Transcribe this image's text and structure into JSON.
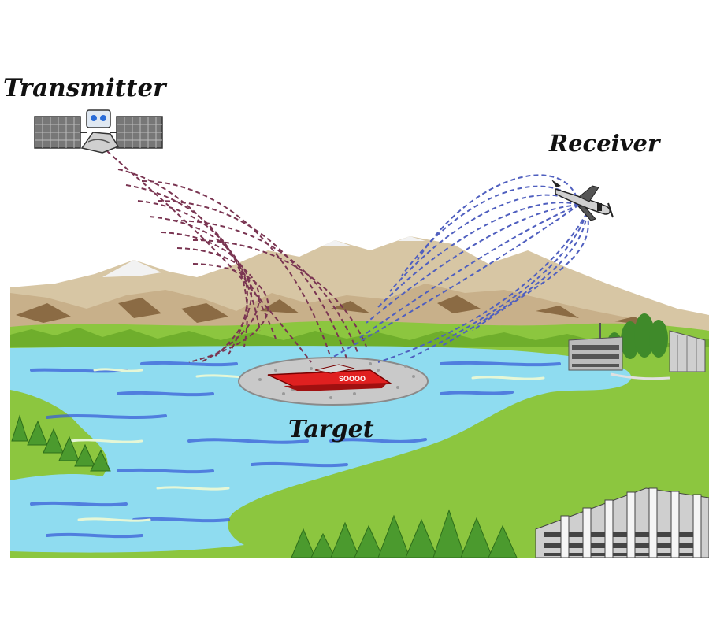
{
  "labels": {
    "transmitter": "Transmitter",
    "receiver": "Receiver",
    "target": "Target"
  },
  "icons": {
    "transmitter": "satellite-icon",
    "receiver": "airplane-icon",
    "target": "boat-icon"
  },
  "boat": {
    "hull_text": "SOOOO"
  },
  "colors": {
    "sky": "#ffffff",
    "grass": "#8cc63f",
    "grass_dark": "#6fae2c",
    "water": "#8fdcf0",
    "water_streak": "#3b5fd8",
    "mountain": "#c8b08a",
    "mountain_shade": "#8b6b44",
    "snow": "#f2f2f2",
    "transmitter_wave": "#7a3552",
    "receiver_wave": "#4f5fbf",
    "boat": "#e02020",
    "building": "#9a9a9a"
  }
}
